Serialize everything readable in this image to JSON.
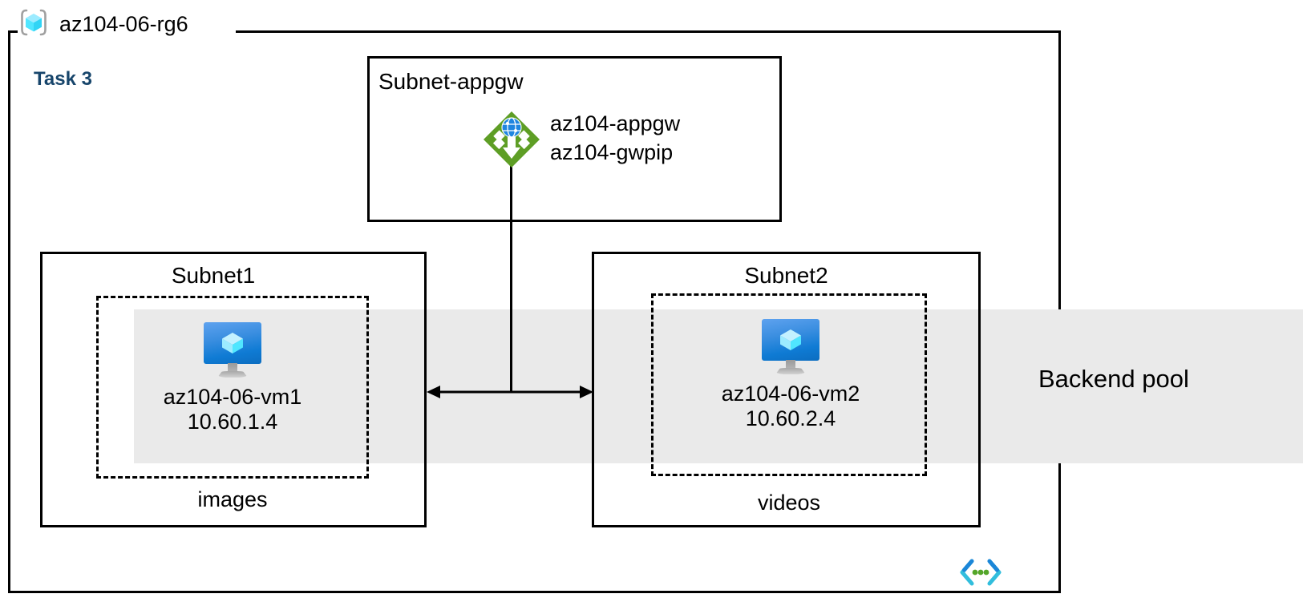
{
  "diagram": {
    "resource_group": {
      "name": "az104-06-rg6",
      "icon": "azure-resource-group-icon"
    },
    "task_label": "Task 3",
    "task_label_color": "#17456b",
    "backend_pool": {
      "label": "Backend pool",
      "band_color": "#eaeaea"
    },
    "subnets": [
      {
        "id": "subnet-appgw",
        "title": "Subnet-appgw",
        "title_align": "left",
        "resource": {
          "icon": "application-gateway-icon",
          "line1": "az104-appgw",
          "line2": "az104-gwpip"
        }
      },
      {
        "id": "subnet1",
        "title": "Subnet1",
        "title_align": "center",
        "caption": "images",
        "vm": {
          "icon": "virtual-machine-icon",
          "name": "az104-06-vm1",
          "ip": "10.60.1.4"
        }
      },
      {
        "id": "subnet2",
        "title": "Subnet2",
        "title_align": "center",
        "caption": "videos",
        "vm": {
          "icon": "virtual-machine-icon",
          "name": "az104-06-vm2",
          "ip": "10.60.2.4"
        }
      }
    ],
    "connectors": [
      {
        "id": "appgw-to-backend",
        "type": "vertical-line",
        "from": "az104-appgw",
        "to": "backend-arrow"
      },
      {
        "id": "subnet1-subnet2-arrow",
        "type": "double-headed-arrow",
        "from": "Subnet1",
        "to": "Subnet2"
      }
    ],
    "footer_icon": "virtual-network-icon",
    "colors": {
      "appgw_green": "#5e9e25",
      "appgw_globe_blue": "#1f86e0",
      "vm_blue": "#0f7bd4",
      "cube_cyan": "#50e6ff",
      "vnet_cyan": "#32bedd",
      "vnet_blue": "#1b86d8",
      "vnet_green": "#54a62a",
      "rg_icon_cyan": "#50e6ff",
      "rg_bracket_gray": "#a0a0a0",
      "stroke": "#000000"
    }
  }
}
